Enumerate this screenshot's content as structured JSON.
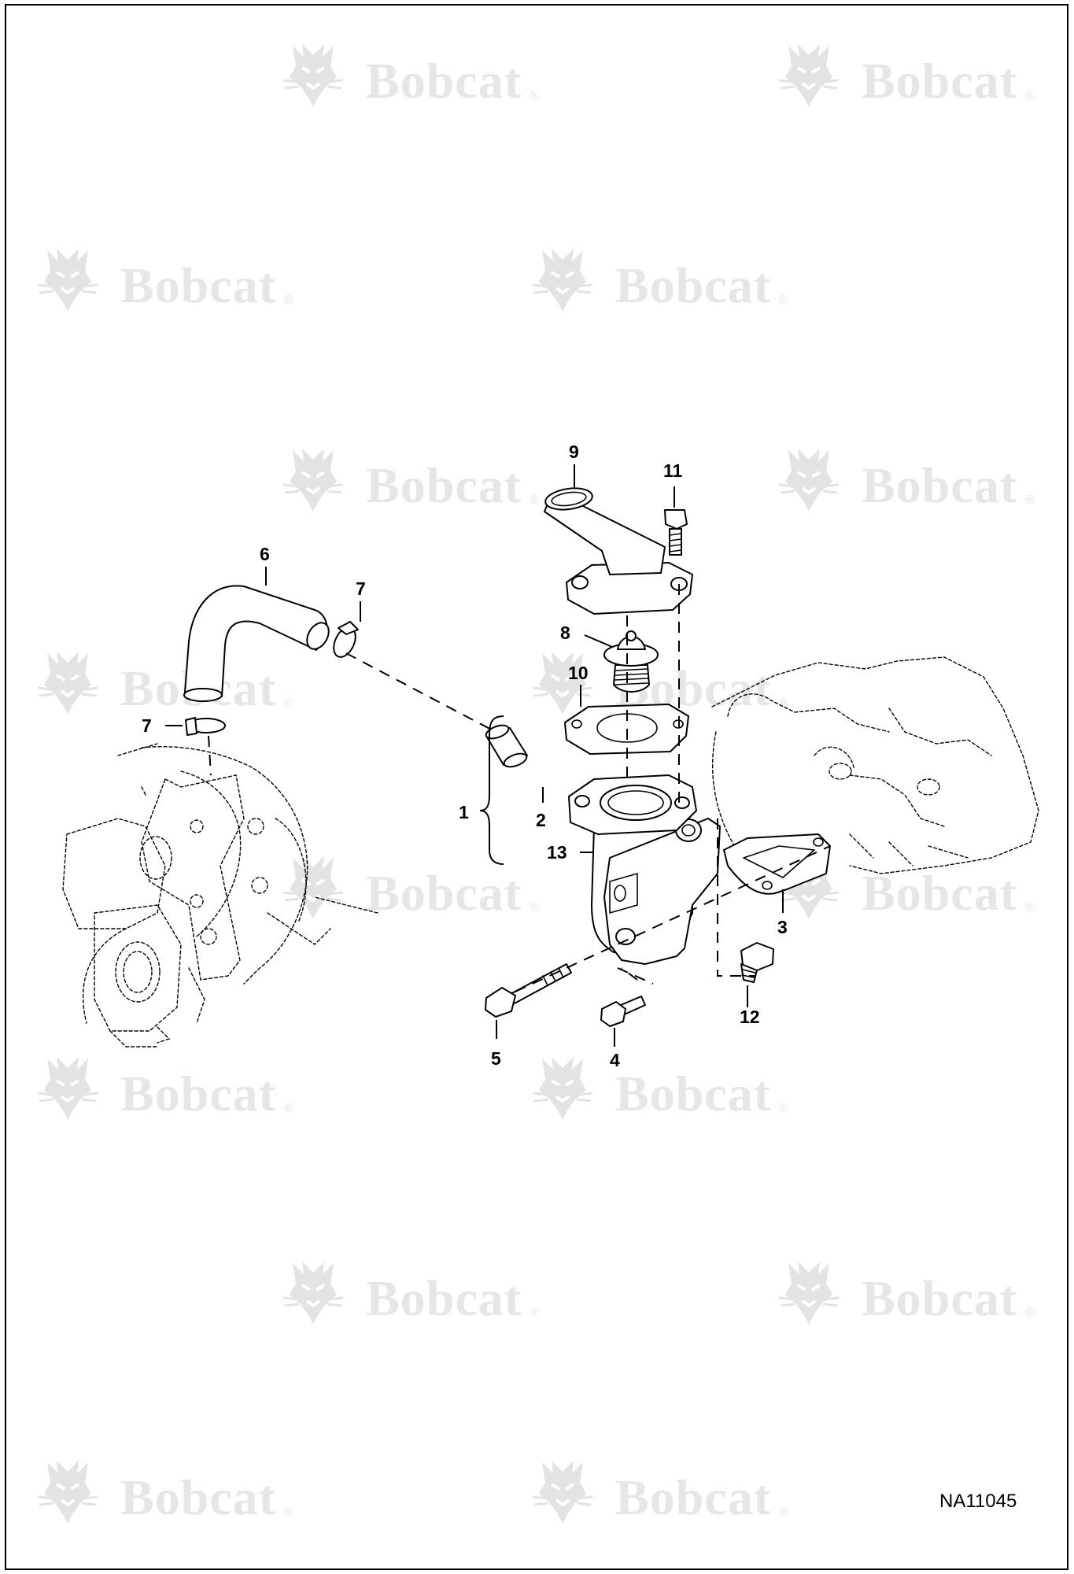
{
  "watermark": {
    "brand": "Bobcat",
    "mark": "®",
    "logo_icon": "bobcat-head-logo-icon"
  },
  "figure_id": "NA11045",
  "callouts": {
    "c1": "1",
    "c2": "2",
    "c3": "3",
    "c4": "4",
    "c5": "5",
    "c6": "6",
    "c7a": "7",
    "c7b": "7",
    "c8": "8",
    "c9": "9",
    "c10": "10",
    "c11": "11",
    "c12": "12",
    "c13": "13"
  }
}
